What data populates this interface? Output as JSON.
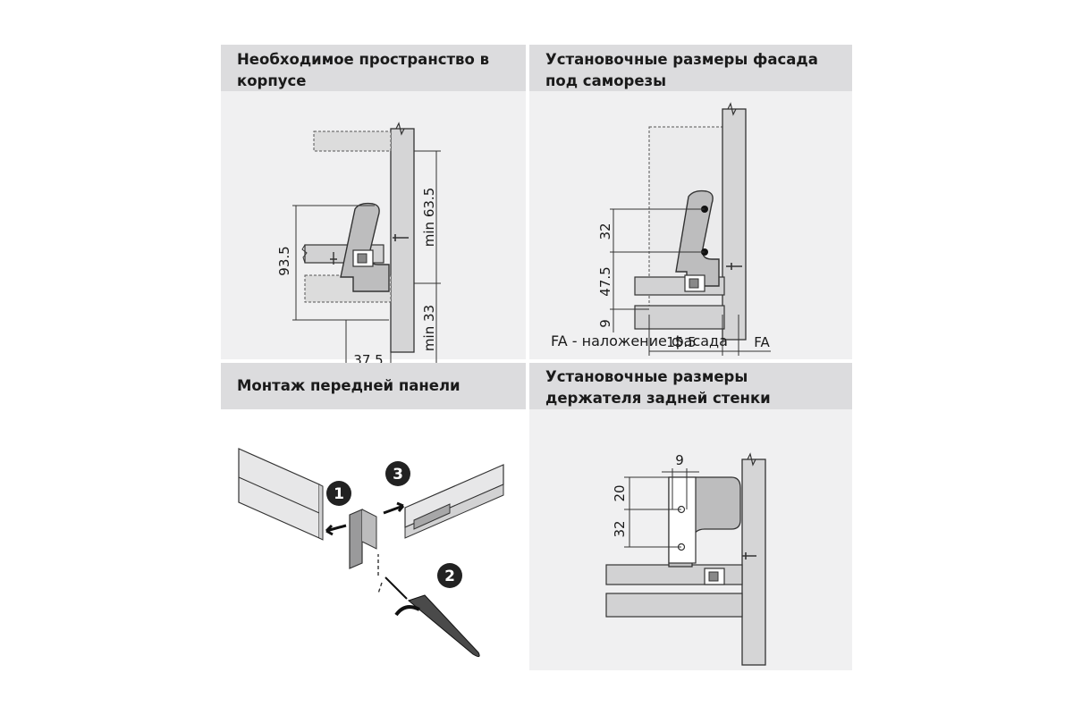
{
  "panels": {
    "cabinet_space": {
      "title_line1": "Необходимое пространство в",
      "title_line2": "корпусе",
      "dims": {
        "height": "93.5",
        "top_clearance": "min 63.5",
        "bottom_clearance": "min 33",
        "depth": "37.5"
      }
    },
    "front_installation": {
      "title_line1": "Установочные размеры фасада",
      "title_line2": "под саморезы",
      "dims": {
        "hole_spacing": "32",
        "hole_height": "47.5",
        "bottom_offset": "9",
        "side_offset": "15.5",
        "overlay": "FA"
      },
      "caption": "FA - наложение фасада"
    },
    "front_panel_mounting": {
      "title": "Монтаж передней панели",
      "steps": [
        "1",
        "2",
        "3"
      ]
    },
    "back_wall_holder": {
      "title_line1": "Установочные размеры",
      "title_line2": "держателя задней стенки",
      "dims": {
        "horizontal": "9",
        "top": "20",
        "spacing": "32"
      }
    }
  }
}
